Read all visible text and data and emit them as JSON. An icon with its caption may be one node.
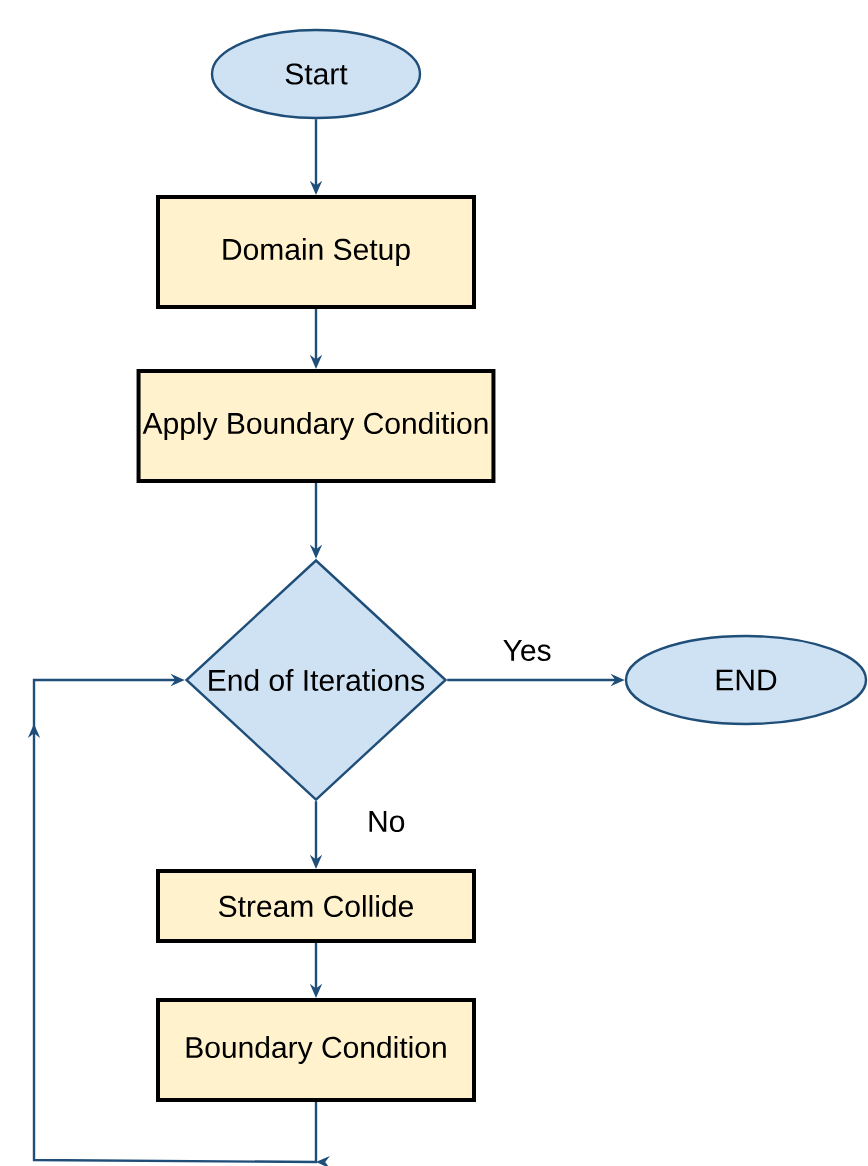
{
  "diagram": {
    "nodes": [
      {
        "text": [
          "Start"
        ]
      },
      {
        "text": [
          "Domain Setup"
        ]
      },
      {
        "text": [
          "Apply Boundary Condition"
        ]
      },
      {
        "text": [
          "End of Iterations"
        ]
      },
      {
        "text": [
          "END"
        ]
      },
      {
        "text": [
          "Stream Collide"
        ]
      },
      {
        "text": [
          "Boundary Condition"
        ]
      }
    ],
    "edges": [
      {
        "from": 0,
        "to": 1,
        "arrow": "to"
      },
      {
        "from": 1,
        "to": 2,
        "arrow": "to"
      },
      {
        "from": 2,
        "to": 3,
        "arrow": "to"
      },
      {
        "from": 3,
        "to": 4,
        "label": "Yes",
        "arrow": "to"
      },
      {
        "from": 3,
        "to": 5,
        "label": "No",
        "arrow": "to"
      },
      {
        "from": 5,
        "to": 6,
        "arrow": "to"
      },
      {
        "from": 6,
        "to": 3,
        "arrow": "to"
      }
    ]
  }
}
